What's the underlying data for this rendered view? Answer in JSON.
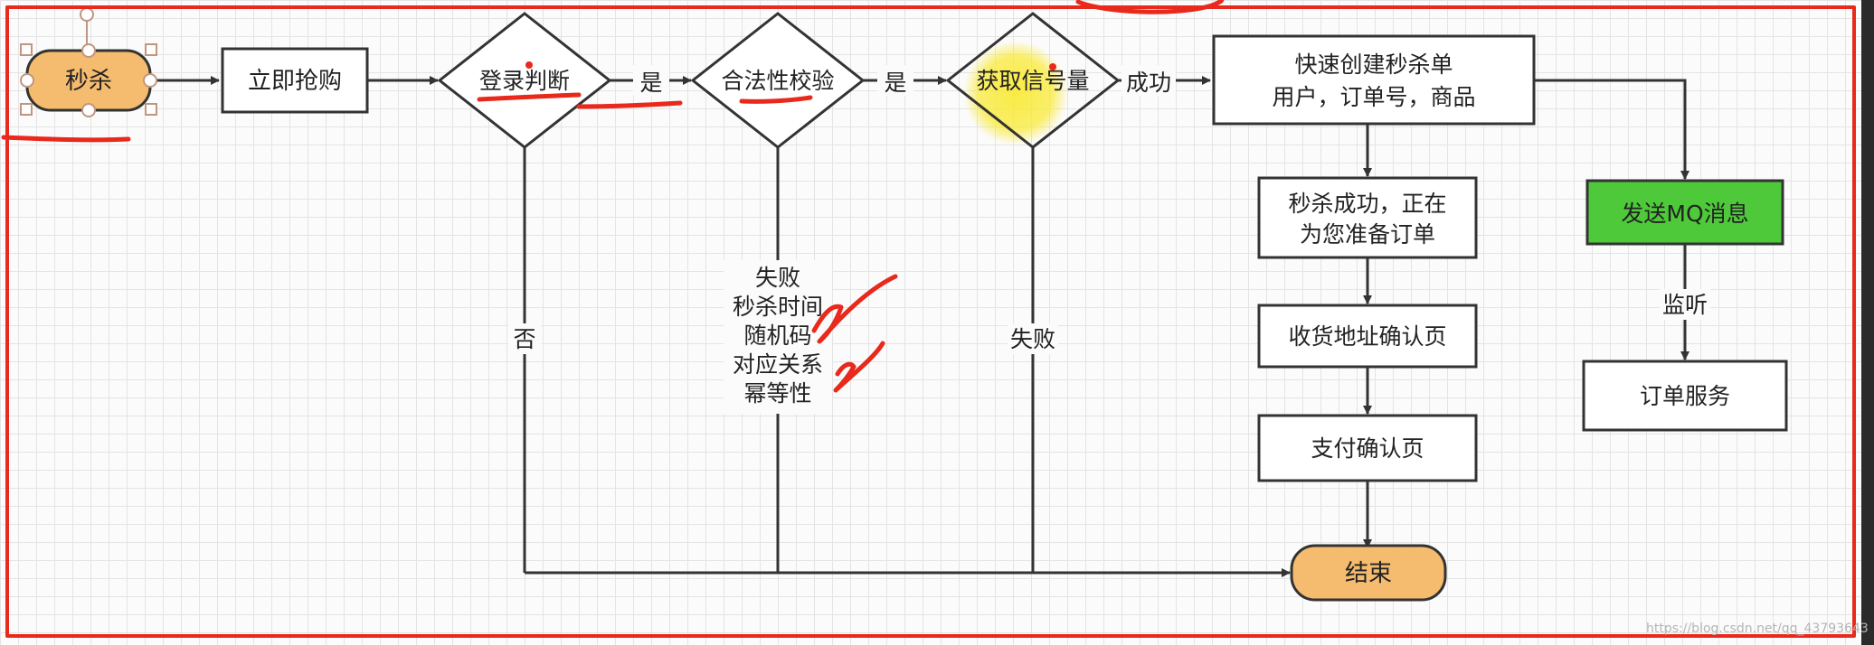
{
  "nodes": {
    "seckill": "秒杀",
    "buy_now": "立即抢购",
    "login_check": "登录判断",
    "legality_check": "合法性校验",
    "get_semaphore": "获取信号量",
    "create_order_line1": "快速创建秒杀单",
    "create_order_line2": "用户，订单号，商品",
    "success_line1": "秒杀成功，正在",
    "success_line2": "为您准备订单",
    "address_confirm": "收货地址确认页",
    "payment_confirm": "支付确认页",
    "end": "结束",
    "send_mq": "发送MQ消息",
    "order_service": "订单服务"
  },
  "edges": {
    "yes_1": "是",
    "yes_2": "是",
    "success": "成功",
    "no": "否",
    "fail_semaphore": "失败",
    "listen": "监听",
    "fail_legality": [
      "失败",
      "秒杀时间",
      "随机码",
      "对应关系",
      "幂等性"
    ]
  },
  "watermark": "https://blog.csdn.net/qq_43793643",
  "colors": {
    "rounded_fill": "#f5bb6e",
    "mq_fill": "#4ec93a",
    "annotation_red": "#e8291c",
    "highlight_yellow": "#f9ea3a",
    "border": "#333333"
  }
}
